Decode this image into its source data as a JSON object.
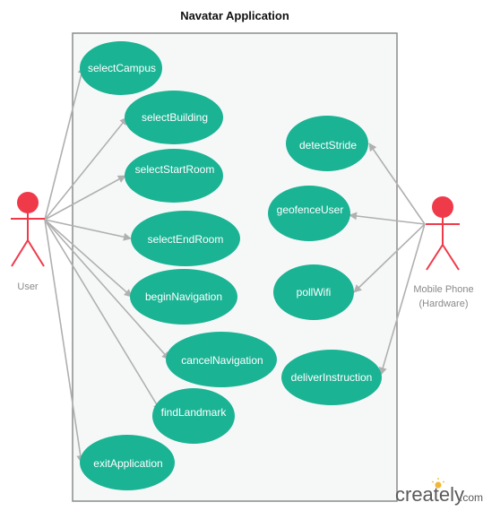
{
  "diagram": {
    "title": "Navatar Application",
    "colors": {
      "use_case_fill": "#1ab394",
      "use_case_text": "#ffffff",
      "boundary_fill": "#f6f8f8",
      "boundary_stroke": "#8c8c8c",
      "actor_color": "#ef3a4a",
      "connector_color": "#b0b0b0"
    },
    "actors": {
      "user": {
        "label": "User"
      },
      "phone": {
        "label_line1": "Mobile Phone",
        "label_line2": "(Hardware)"
      }
    },
    "use_cases": {
      "select_campus": "selectCampus",
      "select_building": "selectBuilding",
      "select_start_room": "selectStartRoom",
      "select_end_room": "selectEndRoom",
      "begin_navigation": "beginNavigation",
      "cancel_navigation": "cancelNavigation",
      "find_landmark": "findLandmark",
      "exit_application": "exitApplication",
      "detect_stride": "detectStride",
      "geofence_user": "geofenceUser",
      "poll_wifi": "pollWifi",
      "deliver_instruction": "deliverInstruction"
    },
    "watermark": {
      "text": "creately",
      "suffix": ".com"
    }
  }
}
